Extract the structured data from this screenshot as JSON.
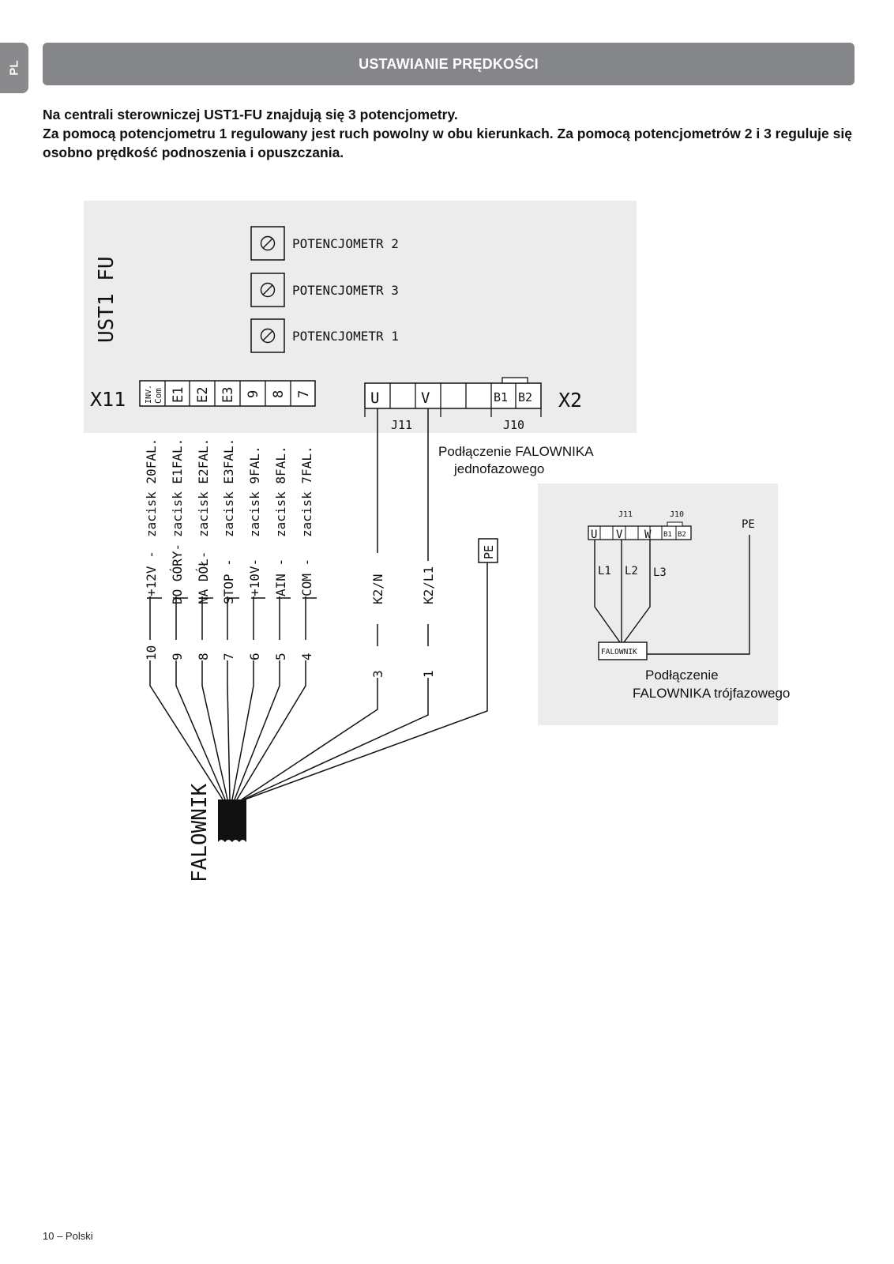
{
  "lang_tab": "PL",
  "header": {
    "title": "USTAWIANIE PRĘDKOŚCI"
  },
  "intro": {
    "line1": "Na centrali sterowniczej UST1-FU znajdują się 3 potencjometry.",
    "line2": "Za pomocą potencjometru 1 regulowany jest ruch powolny w obu kierunkach. Za pomocą potencjometrów 2 i 3 reguluje się osobno prędkość podnoszenia i opuszczania."
  },
  "board": {
    "title": "UST1 FU",
    "potentiometers": [
      "POTENCJOMETR 2",
      "POTENCJOMETR 3",
      "POTENCJOMETR 1"
    ],
    "x11": {
      "label": "X11",
      "first_top": "INV.",
      "first_bottom": "Com",
      "terminals": [
        "E1",
        "E2",
        "E3",
        "9",
        "8",
        "7"
      ]
    },
    "x2": {
      "label": "X2",
      "terminals": [
        "U",
        "",
        "V",
        "",
        "",
        "B1",
        "B2"
      ],
      "j11": "J11",
      "j10": "J10"
    }
  },
  "wires_x11": [
    {
      "num": "10",
      "signal": "+12V -",
      "dest": "zacisk 20FAL."
    },
    {
      "num": "9",
      "signal": "DO GÓRY-",
      "dest": "zacisk E1FAL."
    },
    {
      "num": "8",
      "signal": "NA DÓŁ-",
      "dest": "zacisk E2FAL."
    },
    {
      "num": "7",
      "signal": "STOP -",
      "dest": "zacisk E3FAL."
    },
    {
      "num": "6",
      "signal": "+10V-",
      "dest": "zacisk 9FAL."
    },
    {
      "num": "5",
      "signal": "AIN -",
      "dest": "zacisk 8FAL."
    },
    {
      "num": "4",
      "signal": "COM -",
      "dest": "zacisk 7FAL."
    }
  ],
  "wires_x2": [
    {
      "num": "3",
      "label": "K2/N"
    },
    {
      "num": "1",
      "label": "K2/L1"
    }
  ],
  "pe_label": "PE",
  "cable_label": "FALOWNIK",
  "single_phase_caption": {
    "line1": "Podłączenie FALOWNIKA",
    "line2": "jednofazowego"
  },
  "three_phase": {
    "j11": "J11",
    "j10": "J10",
    "terminals": [
      "U",
      "V",
      "W",
      "B1",
      "B2"
    ],
    "phases": [
      "L1",
      "L2",
      "L3"
    ],
    "pe": "PE",
    "box": "FALOWNIK",
    "caption_line1": "Podłączenie",
    "caption_line2": "FALOWNIKA trójfazowego"
  },
  "footer": "10 – Polski"
}
